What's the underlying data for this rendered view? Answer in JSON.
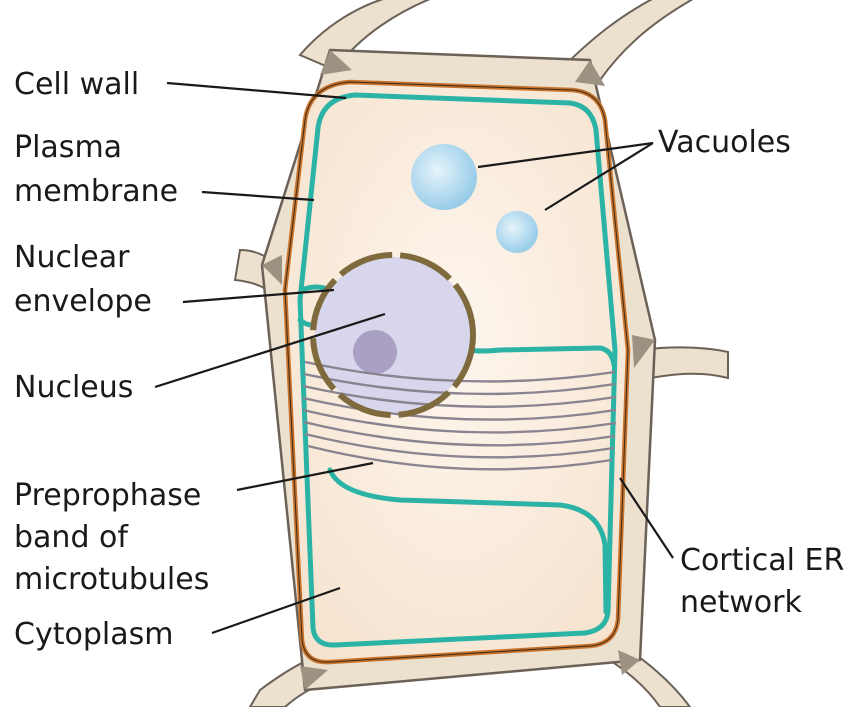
{
  "diagram": {
    "labels": {
      "cell_wall": [
        "Cell wall"
      ],
      "plasma_membrane": [
        "Plasma",
        "membrane"
      ],
      "nuclear_envelope": [
        "Nuclear",
        "envelope"
      ],
      "nucleus": [
        "Nucleus"
      ],
      "preprophase_band": [
        "Preprophase",
        "band of",
        "microtubules"
      ],
      "cytoplasm": [
        "Cytoplasm"
      ],
      "vacuoles": [
        "Vacuoles"
      ],
      "cortical_er": [
        "Cortical ER",
        "network"
      ]
    },
    "colors": {
      "cell_wall": "#ece0cf",
      "cell_wall_outline": "#6b6157",
      "cytoplasm": "#fbeee0",
      "plasma_membrane": "#c8732c",
      "cortical_er": "#2bb3a6",
      "nucleus": "#d8d6ec",
      "nucleolus": "#a9a0c4",
      "nuclear_envelope": "#7e6a3c",
      "vacuole": "#8cc6e6",
      "microtubules": "#8a8490",
      "wall_corner": "#9b9281"
    }
  }
}
